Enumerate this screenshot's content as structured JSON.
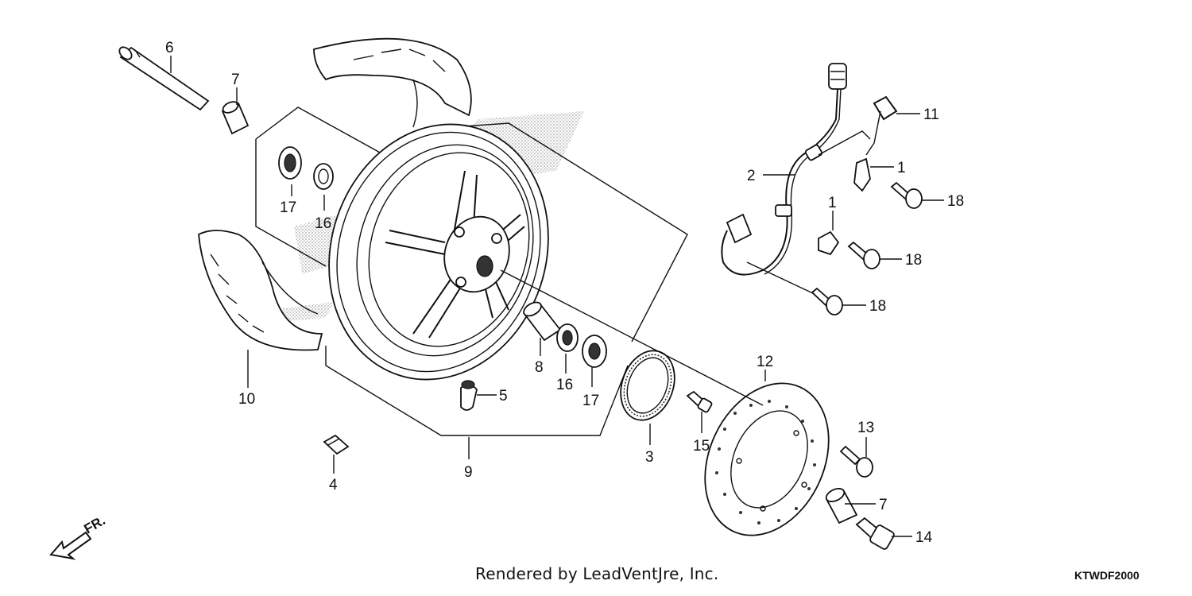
{
  "diagram": {
    "labels": {
      "l1a": "1",
      "l1b": "1",
      "l2": "2",
      "l3": "3",
      "l4": "4",
      "l5": "5",
      "l6": "6",
      "l7a": "7",
      "l7b": "7",
      "l8": "8",
      "l9": "9",
      "l10": "10",
      "l11": "11",
      "l12": "12",
      "l13": "13",
      "l14": "14",
      "l15": "15",
      "l16a": "16",
      "l16b": "16",
      "l17a": "17",
      "l17b": "17",
      "l18a": "18",
      "l18b": "18",
      "l18c": "18"
    },
    "front_indicator": "FR.",
    "credit": "Rendered by LeadVentJre, Inc.",
    "code": "KTWDF2000"
  }
}
